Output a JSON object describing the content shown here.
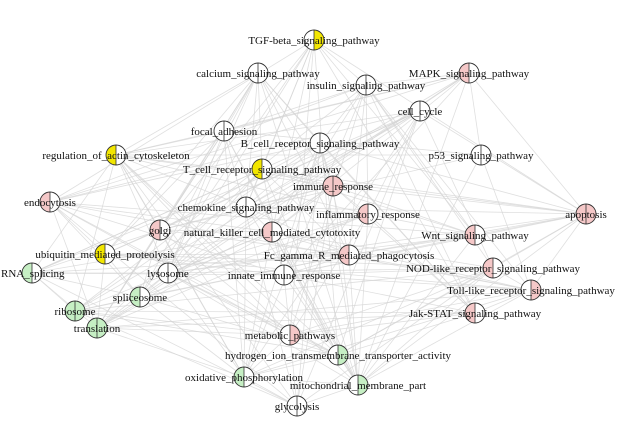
{
  "colors": {
    "white": "#ffffff",
    "yellow": "#f2e600",
    "pink": "#f5c8c8",
    "green": "#c6efc4",
    "edge": "#d4d4d4",
    "outline": "#333333"
  },
  "nodes": [
    {
      "id": "tgf",
      "label": "TGF-beta_signaling_pathway",
      "left": "white",
      "right": "yellow"
    },
    {
      "id": "calcium",
      "label": "calcium_signaling_pathway",
      "left": "white",
      "right": "white"
    },
    {
      "id": "insulin",
      "label": "insulin_signaling_pathway",
      "left": "white",
      "right": "white"
    },
    {
      "id": "mapk",
      "label": "MAPK_signaling_pathway",
      "left": "pink",
      "right": "white"
    },
    {
      "id": "cellcycle",
      "label": "cell_cycle",
      "left": "white",
      "right": "white"
    },
    {
      "id": "focal",
      "label": "focal_adhesion",
      "left": "white",
      "right": "white"
    },
    {
      "id": "bcell",
      "label": "B_cell_receptor_signaling_pathway",
      "left": "white",
      "right": "white"
    },
    {
      "id": "actin",
      "label": "regulation_of_actin_cytoskeleton",
      "left": "yellow",
      "right": "white"
    },
    {
      "id": "p53",
      "label": "p53_signaling_pathway",
      "left": "white",
      "right": "white"
    },
    {
      "id": "tcell",
      "label": "T_cell_receptor_signaling_pathway",
      "left": "yellow",
      "right": "white"
    },
    {
      "id": "immune",
      "label": "immune_response",
      "left": "pink",
      "right": "pink"
    },
    {
      "id": "endocytosis",
      "label": "endocytosis",
      "left": "pink",
      "right": "white"
    },
    {
      "id": "chemokine",
      "label": "chemokine_signaling_pathway",
      "left": "white",
      "right": "white"
    },
    {
      "id": "inflammatory",
      "label": "inflammatory_response",
      "left": "pink",
      "right": "white"
    },
    {
      "id": "apoptosis",
      "label": "apoptosis",
      "left": "pink",
      "right": "pink"
    },
    {
      "id": "golgi",
      "label": "golgi",
      "left": "pink",
      "right": "white"
    },
    {
      "id": "nk",
      "label": "natural_killer_cell_mediated_cytotoxity",
      "left": "pink",
      "right": "white"
    },
    {
      "id": "wnt",
      "label": "Wnt_signaling_pathway",
      "left": "pink",
      "right": "white"
    },
    {
      "id": "ubiquitin",
      "label": "ubiquitin_mediated_proteolysis",
      "left": "yellow",
      "right": "white"
    },
    {
      "id": "fc",
      "label": "Fc_gamma_R_mediated_phagocytosis",
      "left": "pink",
      "right": "white"
    },
    {
      "id": "nod",
      "label": "NOD-like_receptor_signaling_pathway",
      "left": "pink",
      "right": "white"
    },
    {
      "id": "rna",
      "label": "RNA_splicing",
      "left": "green",
      "right": "white"
    },
    {
      "id": "lysosome",
      "label": "lysosome",
      "left": "white",
      "right": "white"
    },
    {
      "id": "innate",
      "label": "innate_immune_response",
      "left": "white",
      "right": "white"
    },
    {
      "id": "toll",
      "label": "Toll-like_receptor_signaling_pathway",
      "left": "white",
      "right": "pink"
    },
    {
      "id": "spliceosome",
      "label": "spliceosome",
      "left": "green",
      "right": "white"
    },
    {
      "id": "ribosome",
      "label": "ribosome",
      "left": "green",
      "right": "green"
    },
    {
      "id": "jak",
      "label": "Jak-STAT_signaling_pathway",
      "left": "pink",
      "right": "white"
    },
    {
      "id": "translation",
      "label": "translation",
      "left": "green",
      "right": "green"
    },
    {
      "id": "metabolic",
      "label": "metabolic_pathways",
      "left": "white",
      "right": "pink"
    },
    {
      "id": "hydrogen",
      "label": "hydrogen_ion_transmembrane_transporter_activity",
      "left": "white",
      "right": "green"
    },
    {
      "id": "oxidative",
      "label": "oxidative_phosphorylation",
      "left": "green",
      "right": "white"
    },
    {
      "id": "mito",
      "label": "mitochondrial_membrane_part",
      "left": "white",
      "right": "green"
    },
    {
      "id": "glycolysis",
      "label": "glycolysis",
      "left": "white",
      "right": "white"
    }
  ]
}
